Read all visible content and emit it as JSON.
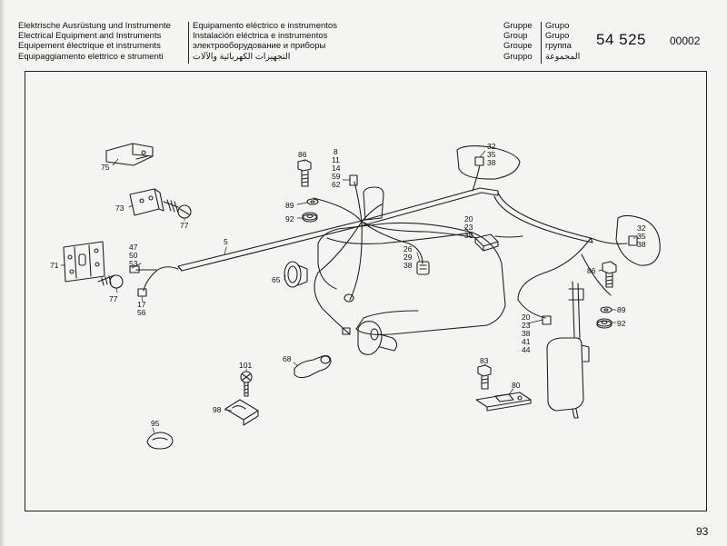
{
  "header": {
    "left_lines": [
      "Elektrische Ausrüstung und Instrumente",
      "Electrical Equipment and Instruments",
      "Equipement électrique et instruments",
      "Equipaggiamento elettrico e strumenti"
    ],
    "middle_lines": [
      "Equipamento eléctrico e instrumentos",
      "Instalación eléctrica e instrumentos",
      "электрооборудование и приборы",
      "التجهيزات الكهربائية والآلات"
    ],
    "group_labels_a": [
      "Gruppe",
      "Group",
      "Groupe",
      "Gruppo"
    ],
    "group_labels_b": [
      "Grupo",
      "Grupo",
      "группа",
      "المجموعة"
    ],
    "group_number": "54 525",
    "group_sub": "00002"
  },
  "callouts": {
    "c75": "75",
    "c73": "73",
    "c77a": "77",
    "c71": "71",
    "c77b": "77",
    "c47": "47",
    "c50": "50",
    "c53": "53",
    "c17": "17",
    "c56": "56",
    "c5": "5",
    "c86a": "86",
    "c8": "8",
    "c11": "11",
    "c14": "14",
    "c59": "59",
    "c62": "62",
    "c89a": "89",
    "c92a": "92",
    "c20a": "20",
    "c23a": "23",
    "c38a": "38",
    "c26": "26",
    "c29": "29",
    "c38b": "38",
    "c65": "65",
    "c32a": "32",
    "c35a": "35",
    "c38c": "38",
    "c32b": "32",
    "c35b": "35",
    "c38d": "38",
    "c86b": "86",
    "c89b": "89",
    "c92b": "92",
    "c20b": "20",
    "c23b": "23",
    "c38e": "38",
    "c41": "41",
    "c44": "44",
    "c101": "101",
    "c98": "98",
    "c68": "68",
    "c95": "95",
    "c83": "83",
    "c80": "80"
  },
  "page_number": "93"
}
